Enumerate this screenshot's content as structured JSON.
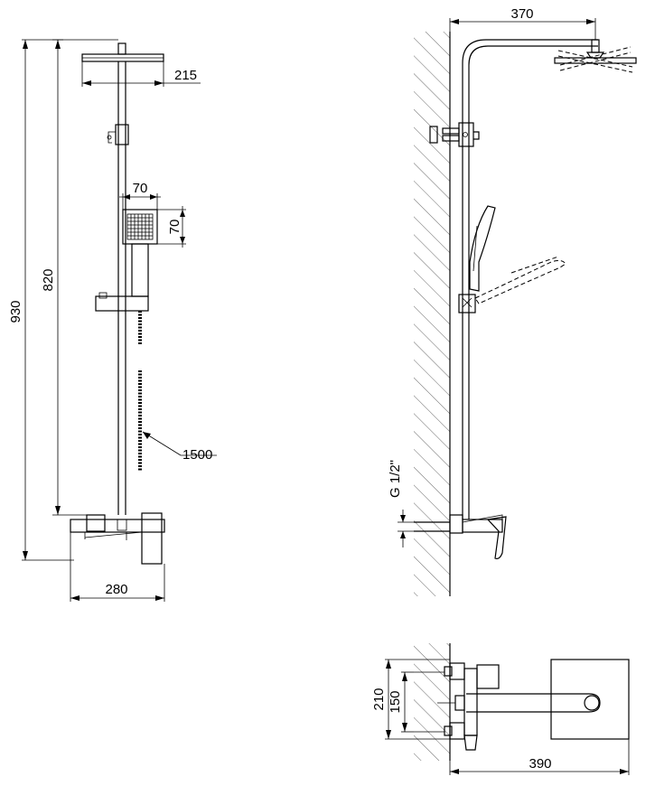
{
  "dimensions": {
    "overall_height": "930",
    "rail_height": "820",
    "head_width": "215",
    "hand_width": "70",
    "hand_height": "70",
    "hose_length": "1500",
    "base_width": "280",
    "arm_length": "370",
    "thread": "G 1/2\"",
    "top_width": "390",
    "outer_spacing": "210",
    "inner_spacing": "150"
  }
}
